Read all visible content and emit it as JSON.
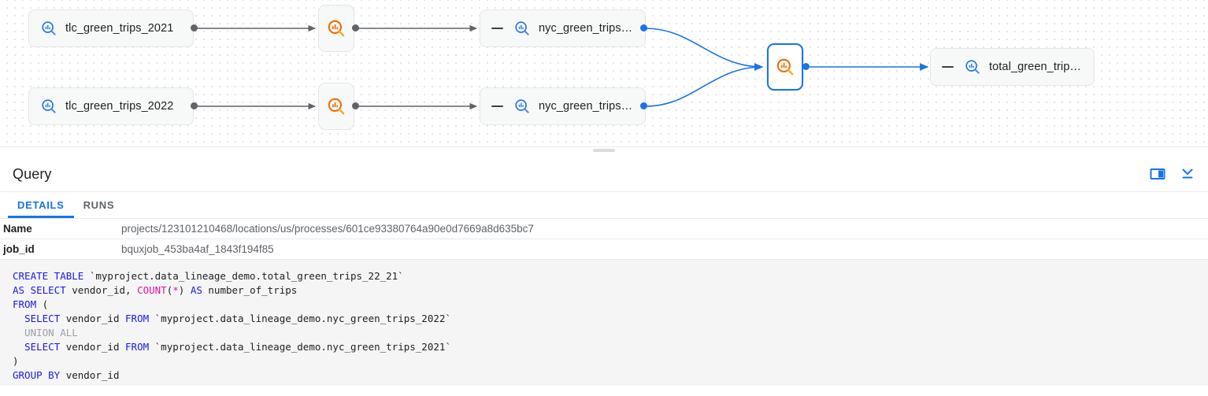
{
  "graph": {
    "nodes": [
      {
        "id": "tlc2021",
        "type": "table",
        "label": "tlc_green_trips_2021",
        "icon": "table-search-icon-blue",
        "collapsible": false
      },
      {
        "id": "proc1",
        "type": "process",
        "label": "",
        "icon": "process-search-icon-orange",
        "selected": false
      },
      {
        "id": "nyc2021",
        "type": "table",
        "label": "nyc_green_trips…",
        "icon": "table-search-icon-blue",
        "collapsible": true
      },
      {
        "id": "tlc2022",
        "type": "table",
        "label": "tlc_green_trips_2022",
        "icon": "table-search-icon-blue",
        "collapsible": false
      },
      {
        "id": "proc2",
        "type": "process",
        "label": "",
        "icon": "process-search-icon-orange",
        "selected": false
      },
      {
        "id": "nyc2022",
        "type": "table",
        "label": "nyc_green_trips…",
        "icon": "table-search-icon-blue",
        "collapsible": true
      },
      {
        "id": "procSel",
        "type": "process",
        "label": "",
        "icon": "process-search-icon-orange",
        "selected": true
      },
      {
        "id": "totalGreen",
        "type": "table",
        "label": "total_green_trip…",
        "icon": "table-search-icon-blue",
        "collapsible": true
      }
    ],
    "colors": {
      "edge_gray": "#5f6368",
      "edge_blue": "#1a73e8",
      "node_bg": "#f7f8f8",
      "node_border": "#e4e6e7",
      "selected_border": "#1a73e8",
      "icon_blue": "#1a73e8",
      "icon_orange": "#ef6c00",
      "grid_dot": "#e0e0e0"
    }
  },
  "panel": {
    "title": "Query",
    "actions": [
      {
        "name": "split-panel-icon",
        "tooltip": "Split panel"
      },
      {
        "name": "collapse-panel-icon",
        "tooltip": "Collapse"
      }
    ],
    "tabs": [
      {
        "label": "DETAILS",
        "active": true
      },
      {
        "label": "RUNS",
        "active": false
      }
    ],
    "details": [
      {
        "key": "Name",
        "value": "projects/123101210468/locations/us/processes/601ce93380764a90e0d7669a8d635bc7"
      },
      {
        "key": "job_id",
        "value": "bquxjob_453ba4af_1843f194f85"
      }
    ]
  },
  "sql": {
    "lines": [
      {
        "tokens": [
          {
            "t": "CREATE TABLE ",
            "c": "kw"
          },
          {
            "t": "`myproject.data_lineage_demo.total_green_trips_22_21`",
            "c": "plain"
          }
        ]
      },
      {
        "tokens": [
          {
            "t": "AS SELECT ",
            "c": "kw"
          },
          {
            "t": "vendor_id, ",
            "c": "plain"
          },
          {
            "t": "COUNT",
            "c": "fn"
          },
          {
            "t": "(",
            "c": "punct"
          },
          {
            "t": "*",
            "c": "fn"
          },
          {
            "t": ") ",
            "c": "punct"
          },
          {
            "t": "AS ",
            "c": "kw"
          },
          {
            "t": "number_of_trips",
            "c": "plain"
          }
        ]
      },
      {
        "tokens": [
          {
            "t": "FROM ",
            "c": "kw"
          },
          {
            "t": "(",
            "c": "plain"
          }
        ]
      },
      {
        "tokens": [
          {
            "t": "  ",
            "c": "plain"
          },
          {
            "t": "SELECT ",
            "c": "kw"
          },
          {
            "t": "vendor_id ",
            "c": "plain"
          },
          {
            "t": "FROM ",
            "c": "kw"
          },
          {
            "t": "`myproject.data_lineage_demo.nyc_green_trips_2022`",
            "c": "plain"
          }
        ]
      },
      {
        "tokens": [
          {
            "t": "  UNION ALL",
            "c": "dim"
          }
        ]
      },
      {
        "tokens": [
          {
            "t": "  ",
            "c": "plain"
          },
          {
            "t": "SELECT ",
            "c": "kw"
          },
          {
            "t": "vendor_id ",
            "c": "plain"
          },
          {
            "t": "FROM ",
            "c": "kw"
          },
          {
            "t": "`myproject.data_lineage_demo.nyc_green_trips_2021`",
            "c": "plain"
          }
        ]
      },
      {
        "tokens": [
          {
            "t": ")",
            "c": "plain"
          }
        ]
      },
      {
        "tokens": [
          {
            "t": "GROUP BY ",
            "c": "kw"
          },
          {
            "t": "vendor_id",
            "c": "plain"
          }
        ]
      }
    ]
  }
}
